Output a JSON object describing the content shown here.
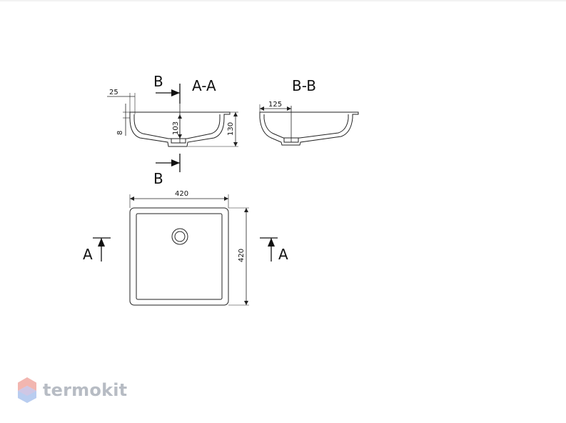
{
  "sections": {
    "aa": "A-A",
    "bb": "B-B",
    "cut_b": "B",
    "cut_a": "A"
  },
  "dimensions": {
    "aa_rim_offset": "25",
    "aa_rim_height": "8",
    "aa_bowl_depth": "103",
    "aa_total_height": "130",
    "bb_drain_offset": "125",
    "plan_width": "420",
    "plan_depth": "420"
  },
  "watermark": {
    "text": "termokit"
  },
  "colors": {
    "line": "#222222",
    "watermark_text": "#b7bcc4",
    "logo_red": "#f2b6b0",
    "logo_blue": "#b9cdf0"
  }
}
